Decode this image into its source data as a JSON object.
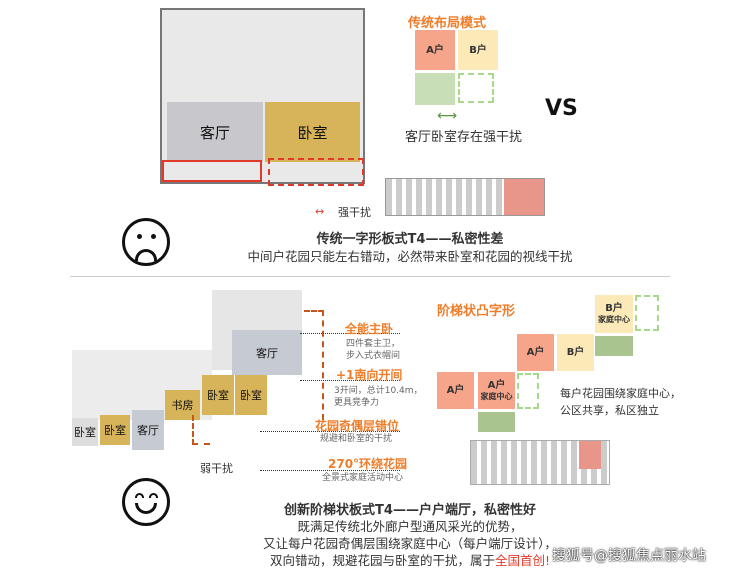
{
  "top": {
    "title": "传统布局模式",
    "unit_a": "A户",
    "unit_b": "B户",
    "caption": "客厅卧室存在强干扰",
    "vs": "VS",
    "rooms": {
      "living": "客厅",
      "bedroom": "卧室"
    },
    "legend": "强干扰",
    "heading": "传统一字形板式T4——私密性差",
    "desc": "中间户花园只能左右错动，必然带来卧室和花园的视线干扰"
  },
  "bottom": {
    "title": "阶梯状凸字形",
    "units": {
      "a1": "A户",
      "a2": "A户",
      "a2_sub": "家庭中心",
      "a3": "A户",
      "b1": "B户",
      "b2": "B户",
      "b2_sub": "家庭中心"
    },
    "caption_1": "每户花园围绕家庭中心，",
    "caption_2": "公区共享，私区独立",
    "rooms": {
      "living1": "客厅",
      "living2": "客厅",
      "study": "书房",
      "bed1": "卧室",
      "bed2": "卧室",
      "bed3": "卧室",
      "bed4": "卧室"
    },
    "features": [
      {
        "title": "全能主卧",
        "desc": [
          "四件套主卫，",
          "步入式衣帽间"
        ]
      },
      {
        "title": "+1南向开间",
        "desc": [
          "3开间，总计10.4m，",
          "更具竞争力"
        ]
      },
      {
        "title": "花园奇偶层错位",
        "desc": [
          "规避和卧室的干扰"
        ]
      },
      {
        "title": "270°环绕花园",
        "desc": [
          "全景式家庭活动中心"
        ]
      }
    ],
    "legend": "弱干扰",
    "heading": "创新阶梯状板式T4——户户端厅，私密性好",
    "desc_1": "既满足传统北外廊户型通风采光的优势，",
    "desc_2": "又让每户花园奇偶层围绕家庭中心（每户端厅设计），",
    "desc_3_pre": "双向错动，规避花园与卧室的干扰，属于",
    "desc_3_highlight": "全国首创!"
  },
  "watermark": "搜狐号@搜狐焦点丽水站",
  "colors": {
    "orange": "#ef7d2a",
    "unitA": "#f7a58a",
    "unitB": "#fbeab8",
    "garden": "#a9c48e",
    "red": "#e23a2a"
  }
}
